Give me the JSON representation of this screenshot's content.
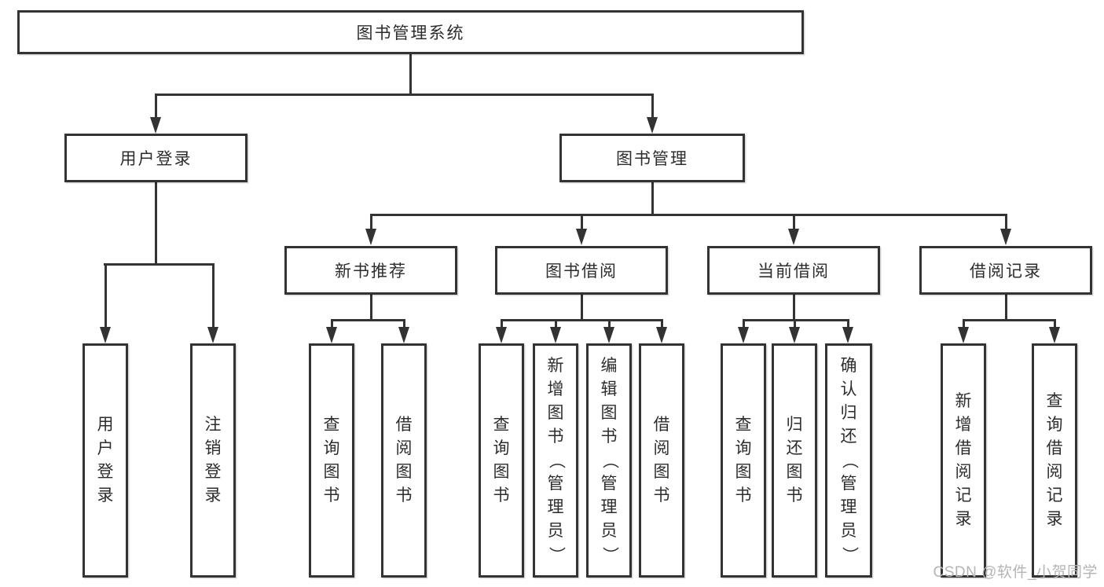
{
  "diagram": {
    "root": {
      "label": "图书管理系统"
    },
    "branches": [
      {
        "label": "用户登录",
        "children": [
          {
            "label": "用户登录"
          },
          {
            "label": "注销登录"
          }
        ]
      },
      {
        "label": "图书管理",
        "children": [
          {
            "label": "新书推荐",
            "children": [
              {
                "label": "查询图书"
              },
              {
                "label": "借阅图书"
              }
            ]
          },
          {
            "label": "图书借阅",
            "children": [
              {
                "label": "查询图书"
              },
              {
                "label": "新增图书（管理员）"
              },
              {
                "label": "编辑图书（管理员）"
              },
              {
                "label": "借阅图书"
              }
            ]
          },
          {
            "label": "当前借阅",
            "children": [
              {
                "label": "查询图书"
              },
              {
                "label": "归还图书"
              },
              {
                "label": "确认归还（管理员）"
              }
            ]
          },
          {
            "label": "借阅记录",
            "children": [
              {
                "label": "新增借阅记录"
              },
              {
                "label": "查询借阅记录"
              }
            ]
          }
        ]
      }
    ],
    "watermark": "CSDN @软件_小贺同学",
    "colors": {
      "line": "#333333",
      "text": "#2d2d2d",
      "watermark": "#b5b5b5",
      "background": "#ffffff"
    }
  }
}
